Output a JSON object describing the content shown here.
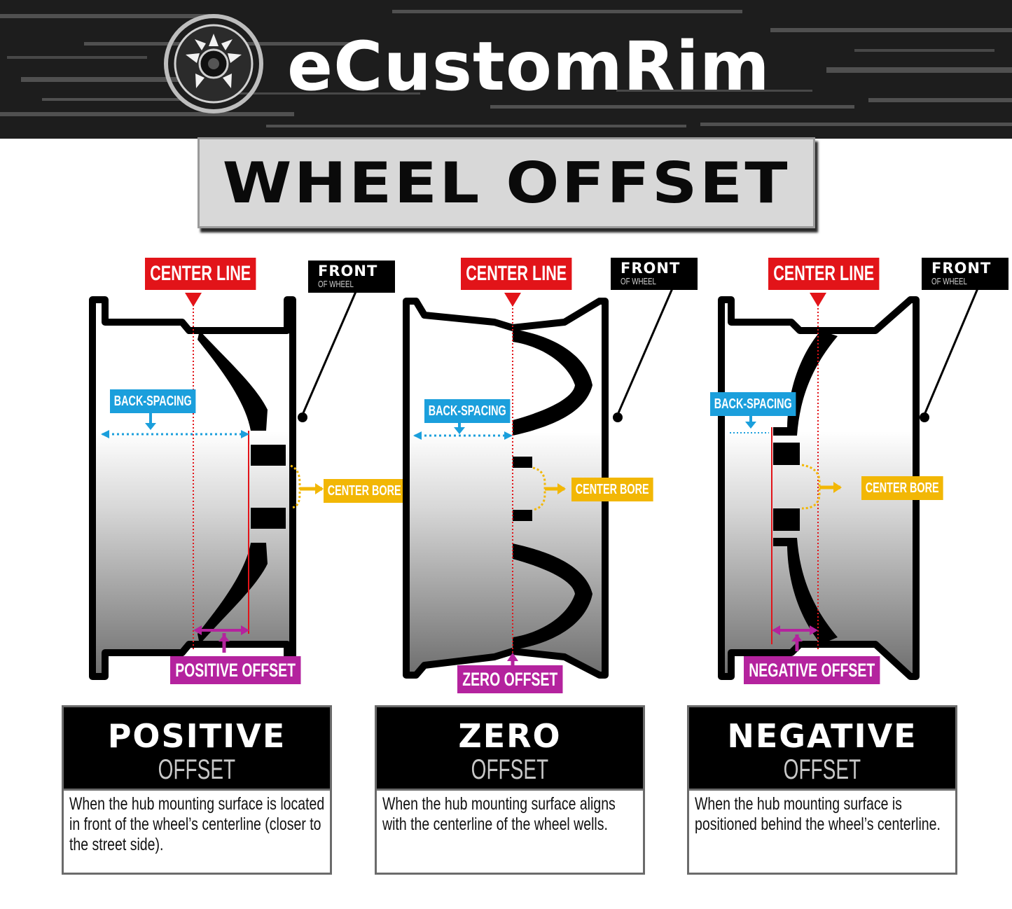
{
  "header": {
    "brand": "eCustomRim",
    "logo_icon": "wheel-logo-icon",
    "background_color": "#1d1d1d"
  },
  "title": "WHEEL OFFSET",
  "colors": {
    "center_line": "#e21419",
    "back_spacing": "#1b9fdc",
    "center_bore": "#f2b705",
    "offset": "#b4239e"
  },
  "panels": [
    {
      "center_line": "CENTER LINE",
      "front": "FRONT",
      "front_sub": "OF WHEEL",
      "back_spacing": "BACK-SPACING",
      "center_bore": "CENTER BORE",
      "offset_label": "POSITIVE OFFSET",
      "info_big": "POSITIVE",
      "info_small": "OFFSET",
      "description": "When the hub mounting surface is located in front of the wheel’s centerline (closer to the street side)."
    },
    {
      "center_line": "CENTER LINE",
      "front": "FRONT",
      "front_sub": "OF WHEEL",
      "back_spacing": "BACK-SPACING",
      "center_bore": "CENTER BORE",
      "offset_label": "ZERO OFFSET",
      "info_big": "ZERO",
      "info_small": "OFFSET",
      "description": "When the hub mounting surface aligns with the centerline of the wheel wells."
    },
    {
      "center_line": "CENTER LINE",
      "front": "FRONT",
      "front_sub": "OF WHEEL",
      "back_spacing": "BACK-SPACING",
      "center_bore": "CENTER BORE",
      "offset_label": "NEGATIVE OFFSET",
      "info_big": "NEGATIVE",
      "info_small": "OFFSET",
      "description": "When the hub mounting surface is positioned behind the wheel’s centerline."
    }
  ]
}
